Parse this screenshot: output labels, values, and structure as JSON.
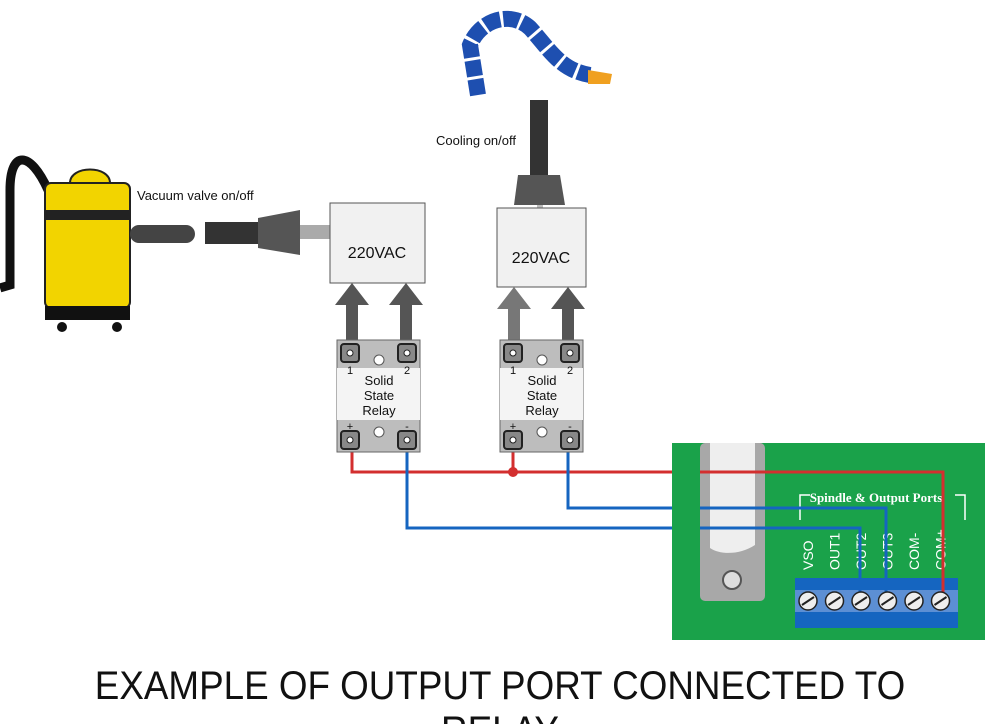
{
  "title": "EXAMPLE OF OUTPUT PORT CONNECTED TO RELAY",
  "labels": {
    "vacuum": "Vacuum valve on/off",
    "cooling": "Cooling on/off"
  },
  "power_boxes": [
    {
      "label": "220VAC"
    },
    {
      "label": "220VAC"
    }
  ],
  "relays": [
    {
      "line1": "Solid",
      "line2": "State",
      "line3": "Relay",
      "t1": "1",
      "t2": "2",
      "plus": "+",
      "minus": "-"
    },
    {
      "line1": "Solid",
      "line2": "State",
      "line3": "Relay",
      "t1": "1",
      "t2": "2",
      "plus": "+",
      "minus": "-"
    }
  ],
  "board": {
    "heading": "Spindle & Output Ports",
    "ports": [
      "VSO",
      "OUT1",
      "OUT2",
      "OUT3",
      "COM-",
      "COM+"
    ]
  },
  "colors": {
    "board_green": "#1aa24a",
    "terminal_blue": "#1565c0",
    "wire_red": "#d32f2f",
    "wire_blue": "#1565c0",
    "vacuum_yellow": "#f2d400",
    "hose_blue": "#1e4fb0",
    "nozzle_orange": "#f0a020"
  }
}
